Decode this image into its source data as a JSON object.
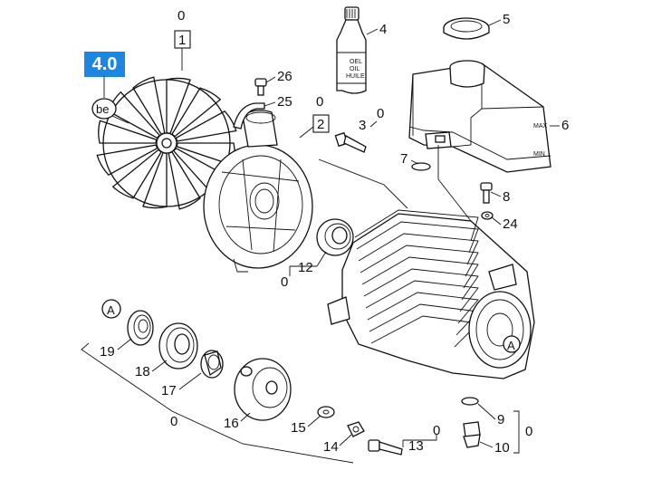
{
  "section_badge": "4.0",
  "variant_tag": "be",
  "callouts": {
    "p1": "1",
    "p1_qty": "0",
    "p2": "2",
    "p2_qty": "0",
    "p3": "3",
    "p3_qty": "0",
    "p4": "4",
    "p4_bottle_text": [
      "OEL",
      "OIL",
      "HUILE"
    ],
    "p5": "5",
    "p6": "6",
    "p6_max": "MAX",
    "p6_min": "MIN",
    "p7": "7",
    "p8": "8",
    "p24": "24",
    "p25": "25",
    "p26": "26",
    "p12": "12",
    "p12_qty": "0",
    "pA_left": "A",
    "pA_right": "A",
    "p19": "19",
    "p18": "18",
    "p17": "17",
    "p16": "16",
    "p15": "15",
    "p14": "14",
    "p13": "13",
    "p13_qty": "0",
    "bottom_group_qty": "0",
    "p9": "9",
    "p10": "10",
    "p9_10_qty": "0"
  }
}
